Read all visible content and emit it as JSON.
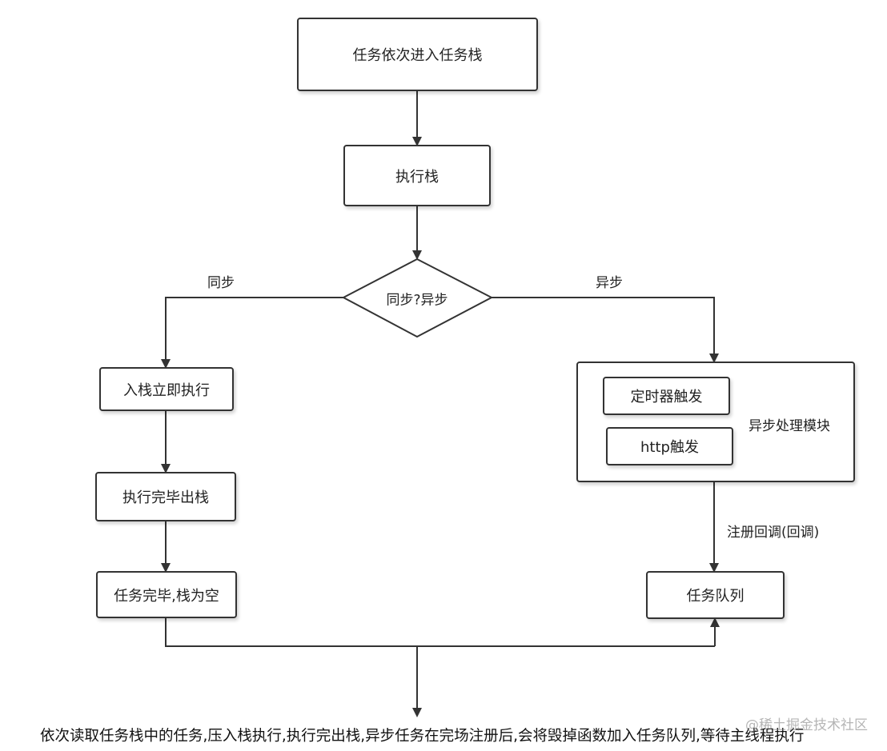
{
  "nodes": {
    "enter_stack": "任务依次进入任务栈",
    "exec_stack": "执行栈",
    "decision": "同步?异步",
    "push_exec": "入栈立即执行",
    "pop_done": "执行完毕出栈",
    "stack_empty": "任务完毕,栈为空",
    "async_module": "异步处理模块",
    "timer_trigger": "定时器触发",
    "http_trigger": "http触发",
    "task_queue": "任务队列"
  },
  "edges": {
    "sync": "同步",
    "async": "异步",
    "register_callback": "注册回调(回调)"
  },
  "footer": {
    "caption": "依次读取任务栈中的任务,压入栈执行,执行完出栈,异步任务在完场注册后,会将毁掉函数加入任务队列,等待主线程执行"
  },
  "watermark": {
    "text": "@稀土掘金技术社区"
  }
}
